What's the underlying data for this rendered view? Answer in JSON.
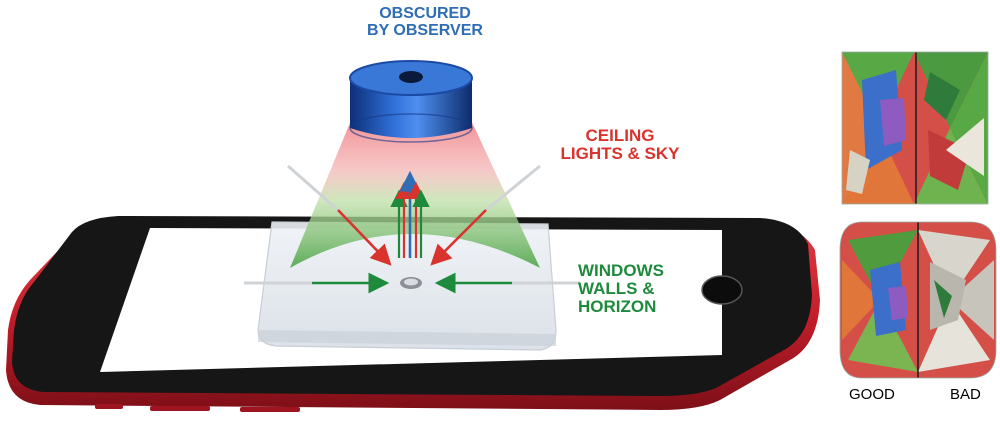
{
  "labels": {
    "observer": [
      "OBSCURED",
      "BY OBSERVER"
    ],
    "ceiling": [
      "CEILING",
      "LIGHTS & SKY"
    ],
    "windows": [
      "WINDOWS",
      "WALLS &",
      "HORIZON"
    ],
    "good": "GOOD",
    "bad": "BAD"
  },
  "colors": {
    "observer": "#2f6db5",
    "ceiling": "#d9332e",
    "windows": "#1e8a3c",
    "phone_body": "#c7202c",
    "scope_blue": "#1f52b0"
  },
  "icons": {
    "viewer": "aset-scope-icon",
    "phone": "smartphone-icon",
    "gem": "diamond-icon"
  }
}
